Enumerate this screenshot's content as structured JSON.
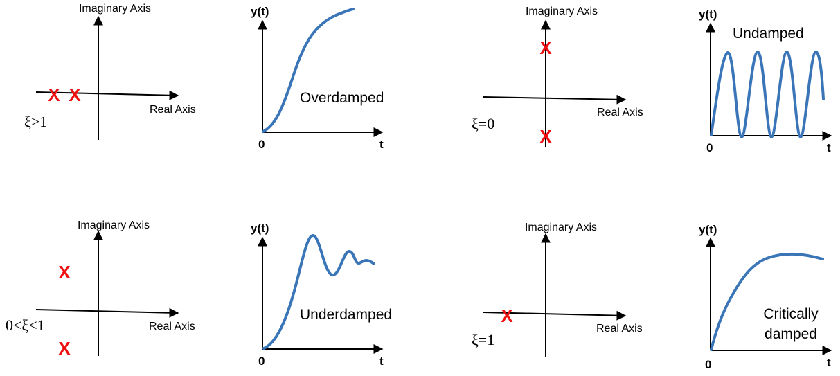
{
  "axes": {
    "imaginary": "Imaginary Axis",
    "real": "Real Axis",
    "y": "y(t)",
    "t": "t",
    "origin": "0"
  },
  "pole_symbol": "X",
  "pole_color": "#ee1111",
  "curve_color": "#3a75b8",
  "cases": [
    {
      "zeta_condition": "ξ>1",
      "response_label": [
        "Overdamped"
      ]
    },
    {
      "zeta_condition": "ξ=0",
      "response_label": [
        "Undamped"
      ]
    },
    {
      "zeta_condition": "0<ξ<1",
      "response_label": [
        "Underdamped"
      ]
    },
    {
      "zeta_condition": "ξ=1",
      "response_label": [
        "Critically",
        "damped"
      ]
    }
  ]
}
